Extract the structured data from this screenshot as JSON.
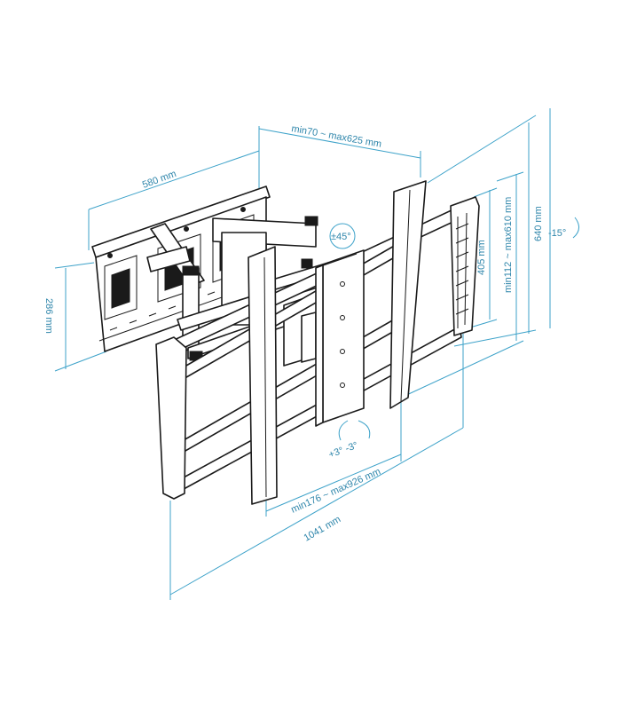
{
  "dimensions": {
    "arm_depth": "min70 ~ max625 mm",
    "wall_plate_width": "580 mm",
    "wall_plate_height": "286 mm",
    "tilt": "±45°",
    "vesa_h_small": "405 mm",
    "vesa_h_range": "min112 ~ max610 mm",
    "overall_height": "640 mm",
    "tilt_angle": "-15°",
    "rotation": "+3° -3°",
    "vesa_w_range": "min176 ~ max926 mm",
    "overall_width": "1041 mm"
  },
  "colors": {
    "dimension": "#3da2c9",
    "line": "#1a1a1a"
  }
}
